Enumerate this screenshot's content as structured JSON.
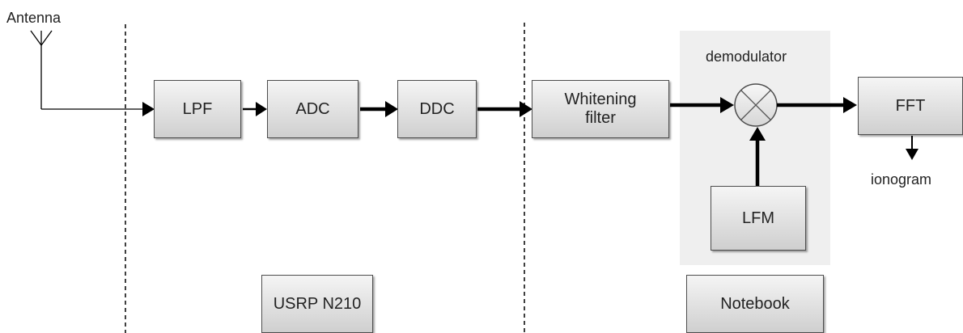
{
  "antenna_label": "Antenna",
  "blocks": {
    "lpf": "LPF",
    "adc": "ADC",
    "ddc": "DDC",
    "whitening_line1": "Whitening",
    "whitening_line2": "filter",
    "fft": "FFT",
    "lfm": "LFM"
  },
  "demodulator_label": "demodulator",
  "output_label": "ionogram",
  "groups": {
    "usrp": "USRP N210",
    "notebook": "Notebook"
  },
  "colors": {
    "box_fill_top": "#f5f5f5",
    "box_fill_bottom": "#cfcfcf",
    "panel_fill": "#efefef",
    "line": "#000000"
  }
}
